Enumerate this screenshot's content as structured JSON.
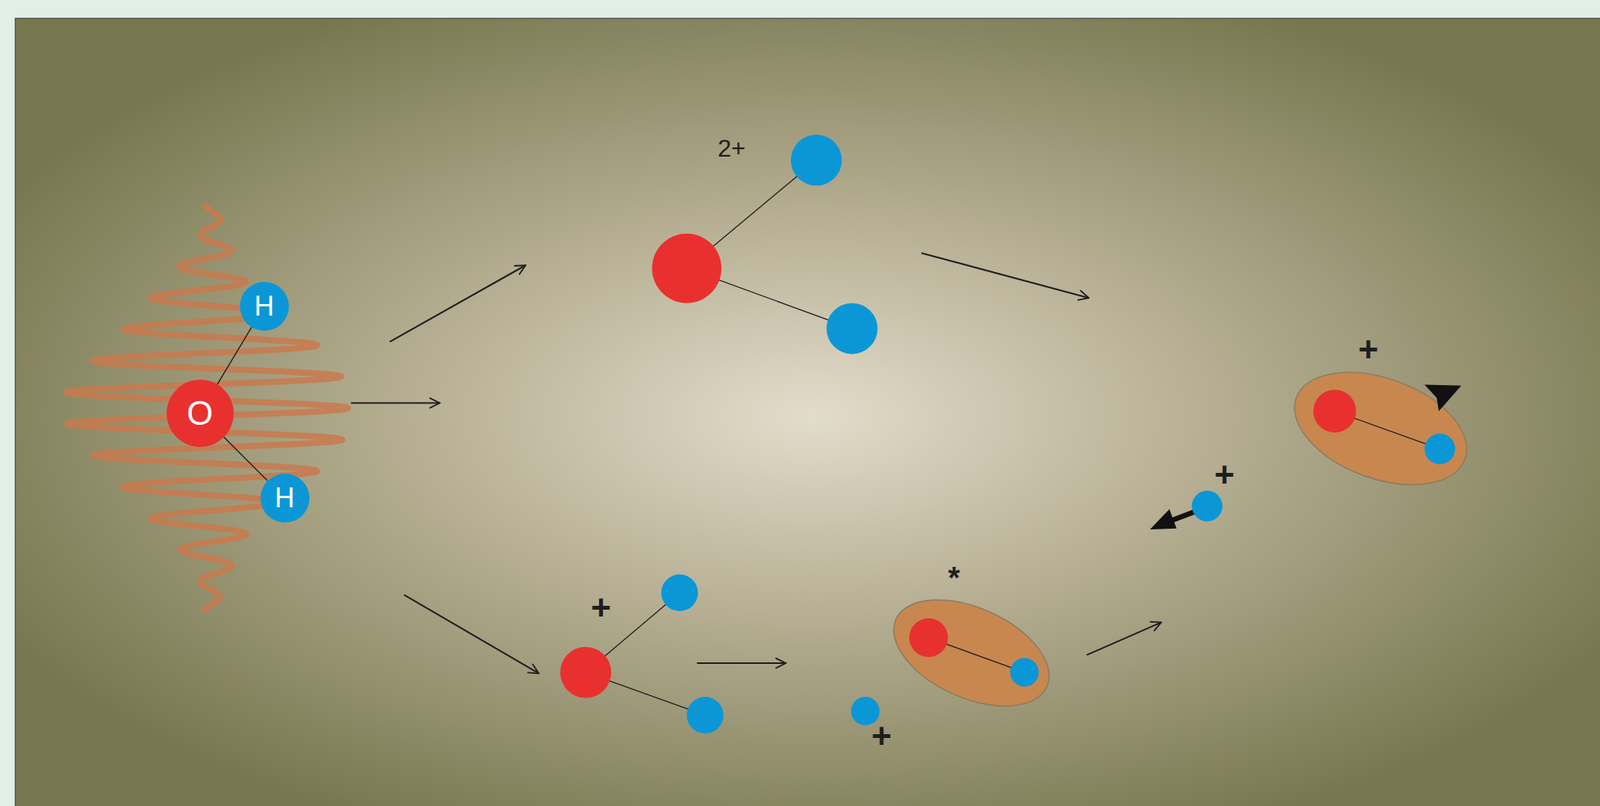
{
  "diagram": {
    "nodes": [
      {
        "text": [
          "H"
        ]
      },
      {
        "text": [
          "O"
        ]
      },
      {
        "text": [
          "H"
        ]
      }
    ],
    "edges": [
      {
        "from": 1,
        "to": 0,
        "arrow": "none"
      },
      {
        "from": 1,
        "to": 2,
        "arrow": "none"
      }
    ],
    "labels": [
      "2+",
      "+",
      "*",
      "+",
      "+",
      "+"
    ]
  }
}
